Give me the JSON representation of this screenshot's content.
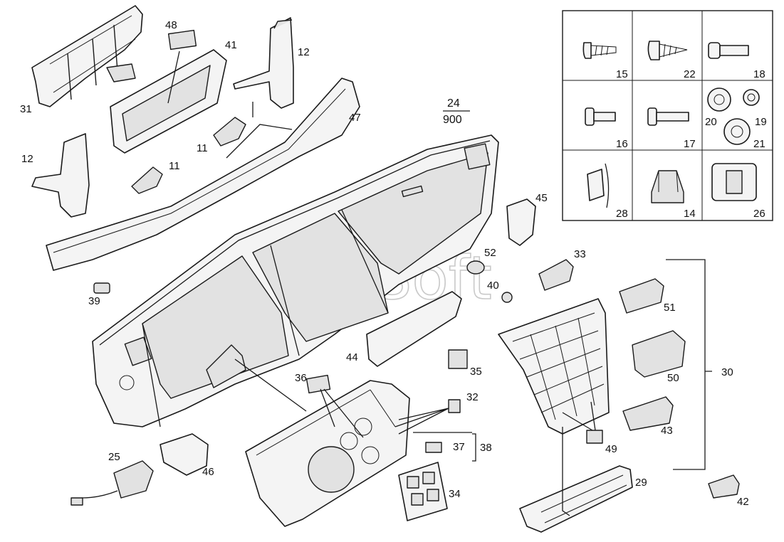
{
  "watermark": "AutoSoft",
  "assembly": {
    "top": "24",
    "bottom": "900"
  },
  "labels": {
    "p48": "48",
    "p41": "41",
    "p12a": "12",
    "p31": "31",
    "p47": "47",
    "p11a": "11",
    "p11b": "11",
    "p12b": "12",
    "p39": "39",
    "p45": "45",
    "p52": "52",
    "p33": "33",
    "p40": "40",
    "p51": "51",
    "p44": "44",
    "p35": "35",
    "p50": "50",
    "p30": "30",
    "p36": "36",
    "p32": "32",
    "p37": "37",
    "p38": "38",
    "p43": "43",
    "p49": "49",
    "p25": "25",
    "p46": "46",
    "p34": "34",
    "p29": "29",
    "p42": "42"
  },
  "hardware_table": {
    "cells": [
      {
        "id": "screw-15",
        "label": "15"
      },
      {
        "id": "screw-22",
        "label": "22"
      },
      {
        "id": "bolt-18",
        "label": "18"
      },
      {
        "id": "bolt-16",
        "label": "16"
      },
      {
        "id": "bolt-17",
        "label": "17"
      },
      {
        "id": "washers",
        "labels": [
          "20",
          "19",
          "21"
        ]
      },
      {
        "id": "clip-28",
        "label": "28"
      },
      {
        "id": "knob-14",
        "label": "14"
      },
      {
        "id": "plate-26",
        "label": "26"
      }
    ]
  }
}
